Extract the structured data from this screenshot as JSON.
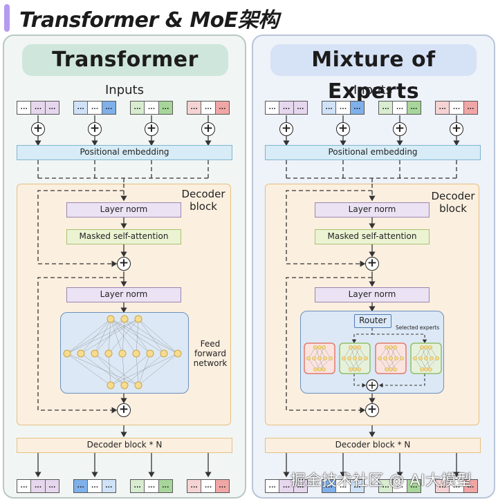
{
  "title": "Transformer & MoE架构",
  "left": {
    "header": "Transformer",
    "inputs_label": "Inputs",
    "positional_embedding": "Positional embedding",
    "decoder_label": "Decoder block",
    "layer_norm_1": "Layer norm",
    "masked_self_attention": "Masked self-attention",
    "layer_norm_2": "Layer norm",
    "ffn_label": "Feed forward network",
    "decoder_block_n": "Decoder block * N"
  },
  "right": {
    "header": "Mixture of Experts",
    "inputs_label": "Inputs",
    "positional_embedding": "Positional embedding",
    "decoder_label": "Decoder block",
    "layer_norm_1": "Layer norm",
    "masked_self_attention": "Masked self-attention",
    "layer_norm_2": "Layer norm",
    "router": "Router",
    "selected_experts": "Selected experts",
    "decoder_block_n": "Decoder block * N"
  },
  "token_cell": "...",
  "plus_symbol": "+",
  "watermark": "掘金技术社区 @ AI大模型",
  "colors": {
    "title_accent": "#b69af0",
    "transformer_header": "#cfe6dc",
    "moe_header": "#d6e2f5",
    "token_purple": "#e6d7ee",
    "token_blue": "#cfe2f7",
    "token_blue_dark": "#7fb0ea",
    "token_green": "#d8ecd0",
    "token_green_dark": "#a8d69a",
    "token_red": "#f6d3d3",
    "token_red_dark": "#f1a6a6",
    "neuron": "#f7dc8f",
    "expert_red": "#e27a6d",
    "expert_green": "#8fbf6a"
  }
}
